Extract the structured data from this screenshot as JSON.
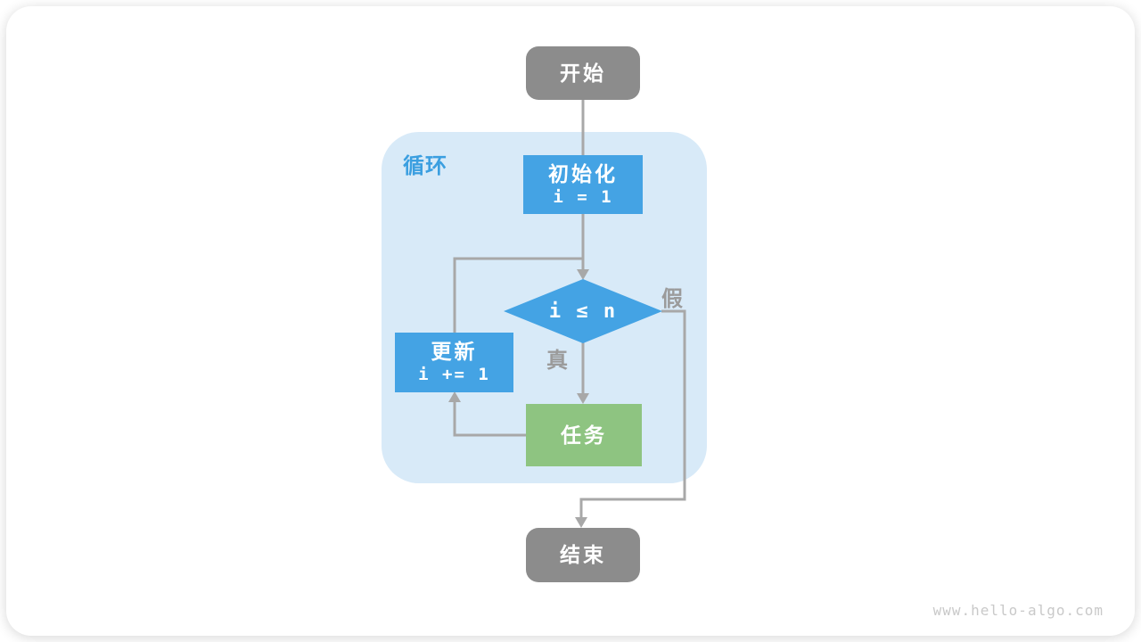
{
  "diagram": {
    "loop_label": "循环",
    "nodes": {
      "start": {
        "label": "开始"
      },
      "init": {
        "title": "初始化",
        "code": "i = 1"
      },
      "condition": {
        "code": "i ≤ n"
      },
      "update": {
        "title": "更新",
        "code": "i += 1"
      },
      "task": {
        "label": "任务"
      },
      "end": {
        "label": "结束"
      }
    },
    "edge_labels": {
      "true_branch": "真",
      "false_branch": "假"
    },
    "watermark": "www.hello-algo.com",
    "colors": {
      "node_blue": "#44a3e4",
      "node_green": "#8ec481",
      "node_gray": "#8c8c8c",
      "loop_bg": "#d8eaf8",
      "line": "#a8a8a8",
      "label_gray": "#9b9b9b",
      "loop_label_blue": "#3b9fe0",
      "watermark_gray": "#c9c9c9"
    }
  }
}
